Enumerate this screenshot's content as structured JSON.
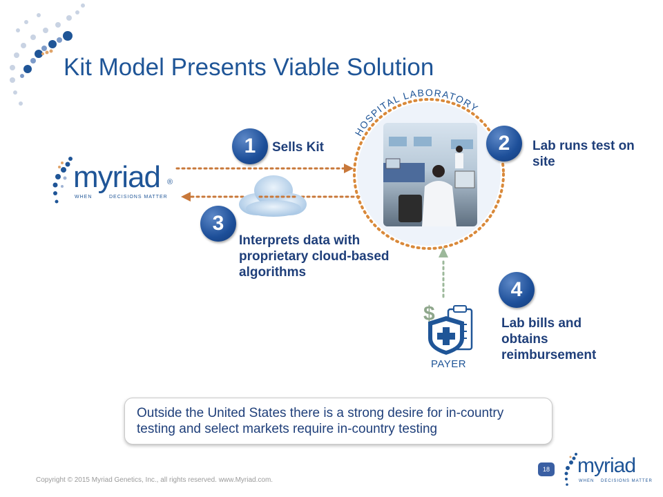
{
  "title": "Kit Model Presents Viable Solution",
  "logo": {
    "word": "myriad",
    "registered": "®",
    "tag_when": "WHEN",
    "tag_decisions": "DECISIONS MATTER"
  },
  "hospital_label": "HOSPITAL LABORATORY",
  "steps": [
    {
      "num": "1",
      "text": "Sells Kit"
    },
    {
      "num": "2",
      "text": "Lab runs test on site"
    },
    {
      "num": "3",
      "text": "Interprets data with proprietary cloud-based algorithms"
    },
    {
      "num": "4",
      "text": "Lab bills and obtains reimbursement"
    }
  ],
  "payer_label": "PAYER",
  "note": "Outside the United States there is a strong desire for in-country testing and select markets require in-country testing",
  "footer": "Copyright © 2015 Myriad Genetics, Inc., all rights reserved.  www.Myriad.com.",
  "page_number": "18",
  "colors": {
    "brand_blue": "#1f5597",
    "arrow_orange": "#c8783a",
    "arrow_green": "#9cb89a",
    "ring_orange": "#d9893a"
  },
  "icons": [
    "dna-helix-icon",
    "cloud-icon",
    "payer-shield-icon",
    "dollar-icon",
    "clipboard-icon",
    "lab-photo"
  ]
}
